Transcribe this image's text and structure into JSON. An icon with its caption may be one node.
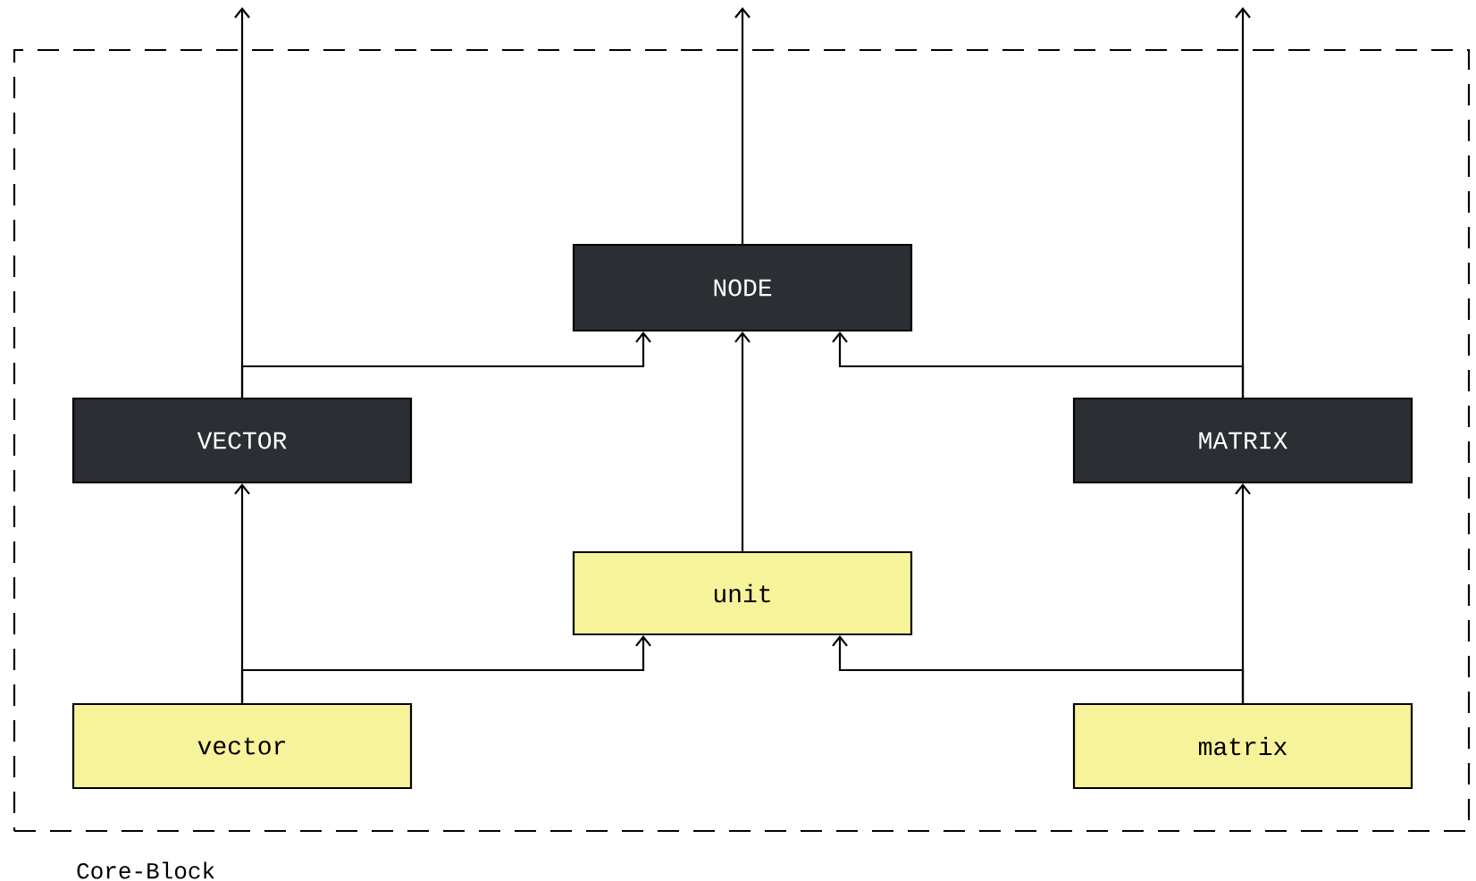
{
  "diagram": {
    "nodes": [
      {
        "text": [
          "Core-Block"
        ]
      },
      {
        "text": [
          "NODE"
        ],
        "in": 0
      },
      {
        "text": [
          "VECTOR"
        ],
        "in": 0
      },
      {
        "text": [
          "MATRIX"
        ],
        "in": 0
      },
      {
        "text": [
          "unit"
        ],
        "in": 0
      },
      {
        "text": [
          "vector"
        ],
        "in": 0
      },
      {
        "text": [
          "matrix"
        ],
        "in": 0
      }
    ],
    "edges": [
      {
        "from": 5,
        "to": 2,
        "arrow": "to"
      },
      {
        "from": 5,
        "to": 4,
        "arrow": "to"
      },
      {
        "from": 6,
        "to": 3,
        "arrow": "to"
      },
      {
        "from": 6,
        "to": 4,
        "arrow": "to"
      },
      {
        "from": 4,
        "to": 1,
        "arrow": "to"
      },
      {
        "from": 2,
        "to": 1,
        "arrow": "to"
      },
      {
        "from": 3,
        "to": 1,
        "arrow": "to"
      },
      {
        "from": 2,
        "to": null,
        "arrow": "to"
      },
      {
        "from": 1,
        "to": null,
        "arrow": "to"
      },
      {
        "from": 3,
        "to": null,
        "arrow": "to"
      }
    ]
  }
}
